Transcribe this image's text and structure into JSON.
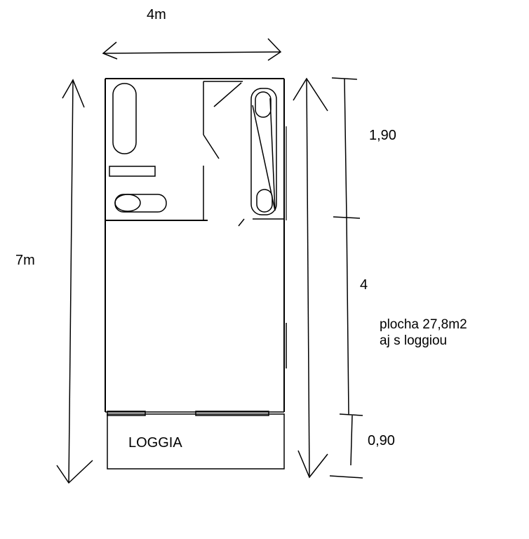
{
  "dimensions": {
    "width_label": "4m",
    "height_label": "7m",
    "top_section": "1,90",
    "middle_section": "4",
    "bottom_section": "0,90"
  },
  "room": {
    "loggia_label": "LOGGIA"
  },
  "note": {
    "line1": "plocha 27,8m2",
    "line2": "aj s loggiou"
  }
}
